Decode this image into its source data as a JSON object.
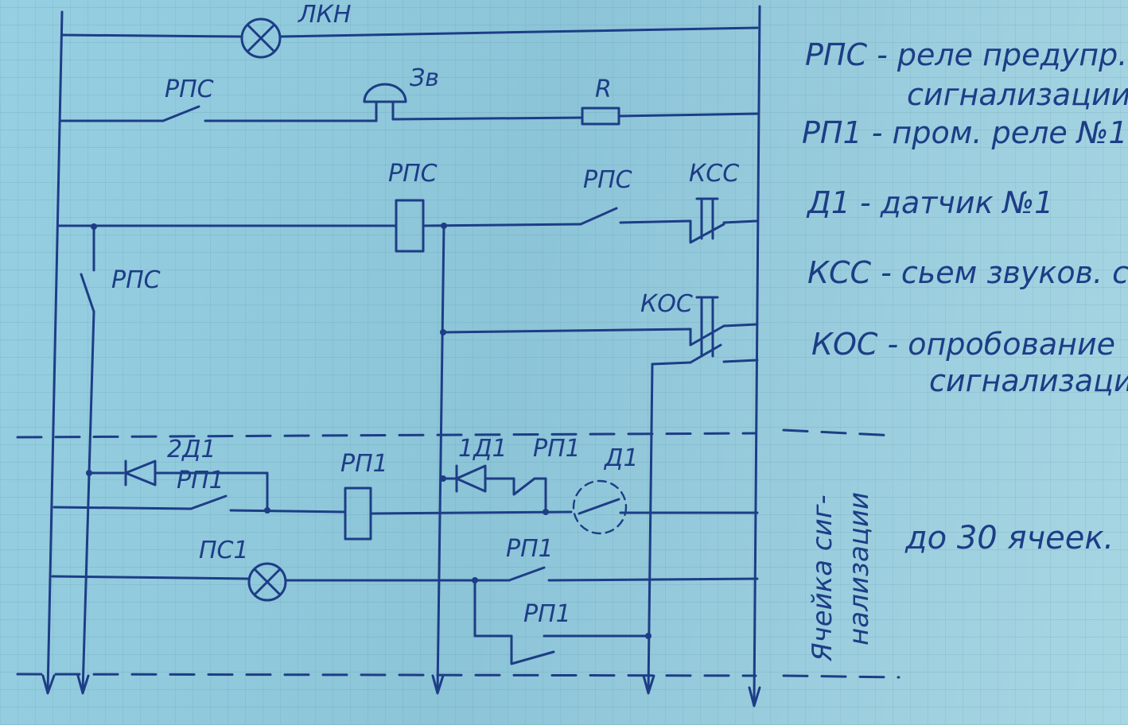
{
  "labels": {
    "lkn": "ЛКН",
    "zv": "Зв",
    "r": "R",
    "rps_top": "РПС",
    "rps_coil": "РПС",
    "rps_contact": "РПС",
    "kss": "КСС",
    "rps_vertical": "РПС",
    "kos": "КОС",
    "d2": "2Д1",
    "d1_diode": "1Д1",
    "rp1_a": "РП1",
    "rp1_b": "РП1",
    "rp1_coil": "РП1",
    "d1_sensor": "Д1",
    "ps1": "ПС1",
    "rp1_c": "РП1",
    "rp1_d": "РП1"
  },
  "legend": [
    {
      "line1": "РПС - реле предупр.",
      "line2": "сигнализации"
    },
    {
      "line1": "РП1 - пром. реле №1",
      "line2": ""
    },
    {
      "line1": "Д1 - датчик №1",
      "line2": ""
    },
    {
      "line1": "КСС - сьем звуков. сиг.",
      "line2": ""
    },
    {
      "line1": "КОС - опробование",
      "line2": "сигнализации"
    }
  ],
  "side_note": {
    "line1": "Ячейка сиг-",
    "line2": "нализации"
  },
  "count_note": "до 30 ячеек."
}
